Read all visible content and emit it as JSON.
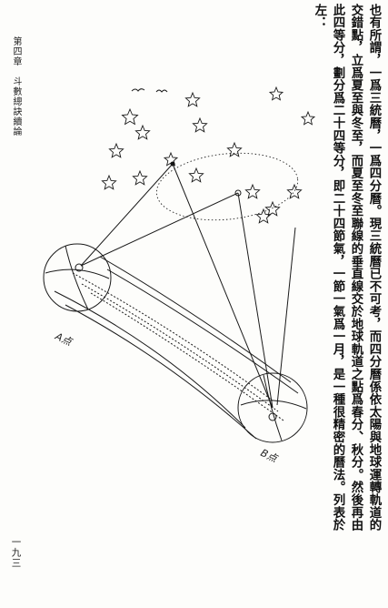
{
  "body": {
    "columns": [
      "也有所謂，一爲三統曆，一爲四分曆。現三統曆已不可考，而四分曆係依太陽與地球運轉軌道的",
      "交錯點，立爲夏至與冬至，而夏至冬至聯線的垂直線交於地球軌道之點爲春分、秋分。然後再由",
      "此四等分，劃分爲二十四等分，即二十四節氣，一節一氣爲一月，是一種很精密的曆法。列表於",
      "左："
    ]
  },
  "margin": {
    "running_head": "第四章　斗數總訣續論",
    "folio": "一九三"
  },
  "figure": {
    "label_a": "A点",
    "label_b": "B点"
  },
  "colors": {
    "ink": "#111111",
    "paper": "#fdfdfb"
  }
}
